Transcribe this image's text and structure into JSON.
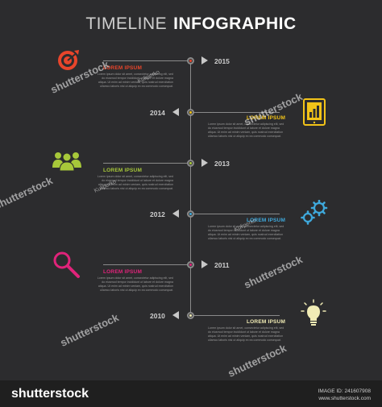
{
  "header": {
    "title_light": "TIMELINE",
    "title_bold": "INFOGRAPHIC"
  },
  "entries": [
    {
      "year": "2015",
      "heading": "LOREM IPSUM",
      "color": "#e8452b",
      "icon": "target-icon",
      "body": "Lorem ipsum dolor sit amet, consectetur adipiscing elit, sed do eiusmod tempor incididunt ut labore et dolore magna aliqua. Ut enim ad minim veniam, quis nostrud exercitation ullamco laboris nisi ut aliquip ex ea commodo consequat."
    },
    {
      "year": "2014",
      "heading": "LOREM IPSUM",
      "color": "#f2c318",
      "icon": "tablet-chart-icon",
      "body": "Lorem ipsum dolor sit amet, consectetur adipiscing elit, sed do eiusmod tempor incididunt ut labore et dolore magna aliqua. Ut enim ad minim veniam, quis nostrud exercitation ullamco laboris nisi ut aliquip ex ea commodo consequat."
    },
    {
      "year": "2013",
      "heading": "LOREM IPSUM",
      "color": "#a7c83a",
      "icon": "people-icon",
      "body": "Lorem ipsum dolor sit amet, consectetur adipiscing elit, sed do eiusmod tempor incididunt ut labore et dolore magna aliqua. Ut enim ad minim veniam, quis nostrud exercitation ullamco laboris nisi ut aliquip ex ea commodo consequat."
    },
    {
      "year": "2012",
      "heading": "LOREM IPSUM",
      "color": "#3fa9dc",
      "icon": "gears-icon",
      "body": "Lorem ipsum dolor sit amet, consectetur adipiscing elit, sed do eiusmod tempor incididunt ut labore et dolore magna aliqua. Ut enim ad minim veniam, quis nostrud exercitation ullamco laboris nisi ut aliquip ex ea commodo consequat."
    },
    {
      "year": "2011",
      "heading": "LOREM IPSUM",
      "color": "#e0237a",
      "icon": "magnifier-icon",
      "body": "Lorem ipsum dolor sit amet, consectetur adipiscing elit, sed do eiusmod tempor incididunt ut labore et dolore magna aliqua. Ut enim ad minim veniam, quis nostrud exercitation ullamco laboris nisi ut aliquip ex ea commodo consequat."
    },
    {
      "year": "2010",
      "heading": "LOREM IPSUM",
      "color": "#f1ecb5",
      "icon": "lightbulb-icon",
      "body": "Lorem ipsum dolor sit amet, consectetur adipiscing elit, sed do eiusmod tempor incididunt ut labore et dolore magna aliqua. Ut enim ad minim veniam, quis nostrud exercitation ullamco laboris nisi ut aliquip ex ea commodo consequat."
    }
  ],
  "watermark": {
    "brand": "shutterstock",
    "artist": "Kuliperko"
  },
  "footer": {
    "logo": "shutterstock",
    "image_id_label": "IMAGE ID: 241607908",
    "site": "www.shutterstock.com"
  }
}
